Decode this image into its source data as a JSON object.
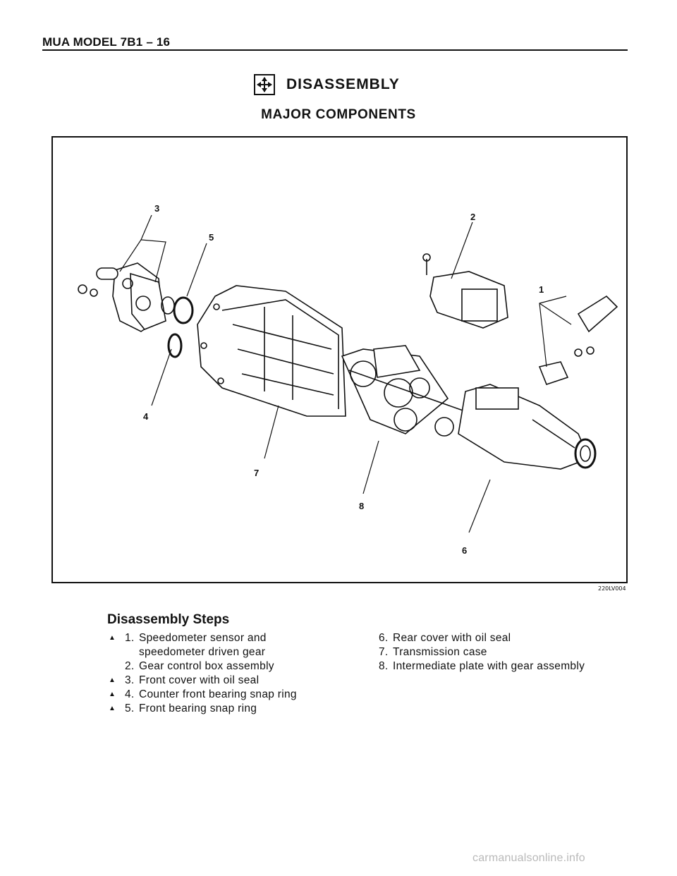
{
  "header": {
    "running_title": "MUA MODEL  7B1 – 16"
  },
  "section": {
    "title": "DISASSEMBLY",
    "icon": "disassembly-arrows-icon",
    "subtitle": "MAJOR COMPONENTS"
  },
  "figure": {
    "code": "220LV004",
    "callouts": [
      "1",
      "2",
      "3",
      "4",
      "5",
      "6",
      "7",
      "8"
    ]
  },
  "steps": {
    "title": "Disassembly Steps",
    "marker": "▲",
    "column_1": [
      {
        "num": "1.",
        "text": "Speedometer sensor and",
        "marked": true
      },
      {
        "num": "",
        "text": "speedometer driven gear",
        "marked": false
      },
      {
        "num": "2.",
        "text": "Gear control box assembly",
        "marked": false
      },
      {
        "num": "3.",
        "text": "Front cover with oil seal",
        "marked": true
      },
      {
        "num": "4.",
        "text": "Counter front bearing snap ring",
        "marked": true
      },
      {
        "num": "5.",
        "text": "Front bearing snap ring",
        "marked": true
      }
    ],
    "column_2": [
      {
        "num": "6.",
        "text": "Rear cover with oil seal"
      },
      {
        "num": "7.",
        "text": "Transmission case"
      },
      {
        "num": "8.",
        "text": "Intermediate plate with gear assembly"
      }
    ]
  },
  "footer": {
    "watermark": "carmanualsonline.info"
  }
}
